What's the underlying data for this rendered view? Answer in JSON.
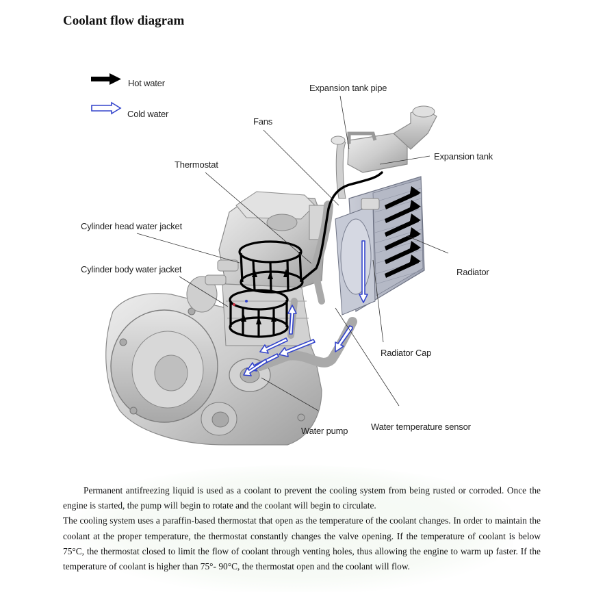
{
  "title": "Coolant flow diagram",
  "legend": {
    "hot": "Hot water",
    "cold": "Cold water"
  },
  "labels": {
    "expansion_tank_pipe": "Expansion tank pipe",
    "fans": "Fans",
    "expansion_tank": "Expansion tank",
    "thermostat": "Thermostat",
    "cylinder_head_water_jacket": "Cylinder head water jacket",
    "cylinder_body_water_jacket": "Cylinder body water jacket",
    "radiator": "Radiator",
    "radiator_cap": "Radiator Cap",
    "water_pump": "Water pump",
    "water_temperature_sensor": "Water temperature sensor"
  },
  "colors": {
    "hot_water": "#000000",
    "cold_water": "#3344cc",
    "engine_metal": "#cfcfcf"
  },
  "paragraphs": [
    "Permanent antifreezing liquid is used as a coolant to prevent the cooling system from being rusted or corroded. Once the engine is started, the pump will begin to rotate and the coolant will begin to circulate.",
    "The cooling system uses a paraffin-based thermostat that open as the temperature of the coolant changes. In order to maintain the coolant at the proper temperature, the thermostat constantly changes the valve opening. If the temperature of coolant is below 75°C, the thermostat closed to limit the flow of coolant through venting holes, thus allowing the engine to warm up faster. If the temperature of coolant is higher than 75°- 90°C, the thermostat open and the coolant will flow."
  ]
}
